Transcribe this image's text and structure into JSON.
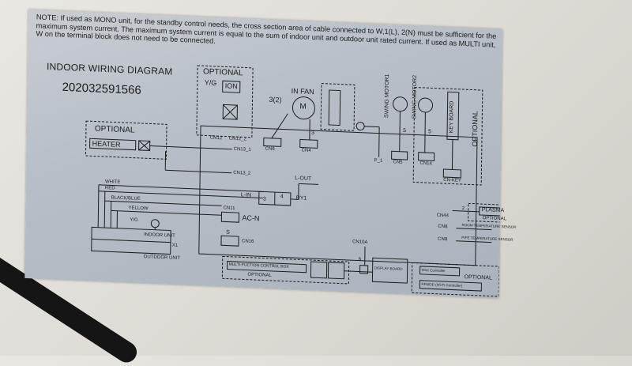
{
  "note": "NOTE: If used as MONO unit, for the standby control needs, the cross section area of cable connected to W,1(L), 2(N) must be sufficient for the maximum system current. The maximum system current is equal to the sum of indoor unit and outdoor unit rated current. If used as MULTI unit, W on the terminal block does not need to be connected.",
  "title": "INDOOR WIRING DIAGRAM",
  "code": "202032591566",
  "labels": {
    "optional_top": "OPTIONAL",
    "yg_top": "Y/G",
    "ion": "ION",
    "optional_heater": "OPTIONAL",
    "heater": "HEATER",
    "in_fan": "IN FAN",
    "fan_wire": "3(2)",
    "fan_m": "M",
    "cn12": "CN12",
    "cn12_2": "CN12_2",
    "cn6": "CN6",
    "cn4": "CN4",
    "three": "3",
    "p1": "P_1",
    "cn5": "CN5",
    "cn14": "CN14",
    "five_a": "5",
    "five_b": "5",
    "swing1": "SWING MOTOR1",
    "swing2": "SWING MOTOR2",
    "key_board": "KEY BOARD",
    "optional_right": "OPTIONAL",
    "cnkey": "CN-KEY",
    "cn13_1": "CN13_1",
    "cn13_2": "CN13_2",
    "white": "WHITE",
    "red": "RED",
    "blackblue": "BLACK/BLUE",
    "yellow": "YELLOW",
    "lout": "L-OUT",
    "lin": "L-IN",
    "ry1": "RY1",
    "r3": "3",
    "r4": "4",
    "cn11": "CN11",
    "acn": "AC-N",
    "s": "S",
    "cn16": "CN16",
    "yg_bottom": "Y/G",
    "indoor_unit": "INDOOR UNIT",
    "outdoor_unit": "OUTDOOR UNIT",
    "x1": "X1",
    "cn44": "CN44",
    "two": "2",
    "plasma": "PLASMA",
    "optional_plasma": "OPTIONAL",
    "cn8a": "CN8",
    "room_temp": "ROOM TEMPERATURE SENSOR",
    "cn8b": "CN8",
    "pipe_temp": "PIPE TEMPERATURE SENSOR",
    "cn10a": "CN10A",
    "six": "6",
    "display_board": "DISPLAY BOARD",
    "wire_controller": "Wire Controller",
    "rfmod": "RFMOD (Wi-Fi Controller)",
    "optional_bottom_right": "OPTIONAL",
    "multi_box": "MULTI-FUCTION CONTROL BOX",
    "optional_multi": "OPTIONAL"
  },
  "colors": {
    "plate": "#b8bfc8",
    "ink": "#1c1c1c",
    "cable": "#151515"
  }
}
